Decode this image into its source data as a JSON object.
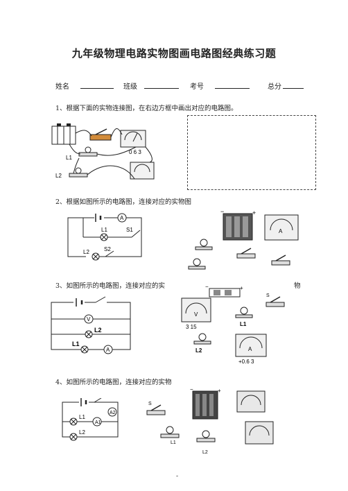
{
  "title": "九年级物理电路实物图画电路图经典练习题",
  "fields": {
    "name": "姓名",
    "class": "班级",
    "exam_no": "考号",
    "total": "总分"
  },
  "questions": {
    "q1": "1、根据下面的实物连接图，在右边方框中画出对应的电路图。",
    "q2": "2、根据如图所示的电路图，连接对应的实物图",
    "q3": "3、如图所示的电路图，连接对应的实",
    "q3_tail": "物",
    "q4": "4、如图所示的电路图，连接对应的实物"
  },
  "labels": {
    "l1": "L1",
    "l2": "L2",
    "s1": "S1",
    "s2": "S2",
    "s": "S",
    "ammeter": "A",
    "voltmeter": "V",
    "a1": "A1",
    "a2": "A2",
    "ammeter_scale": "0 6 3",
    "ammeter_scale_plus": "+0.6 3",
    "voltmeter_scale": "3 15",
    "minus": "−",
    "plus": "+"
  },
  "footer_mark": "-"
}
